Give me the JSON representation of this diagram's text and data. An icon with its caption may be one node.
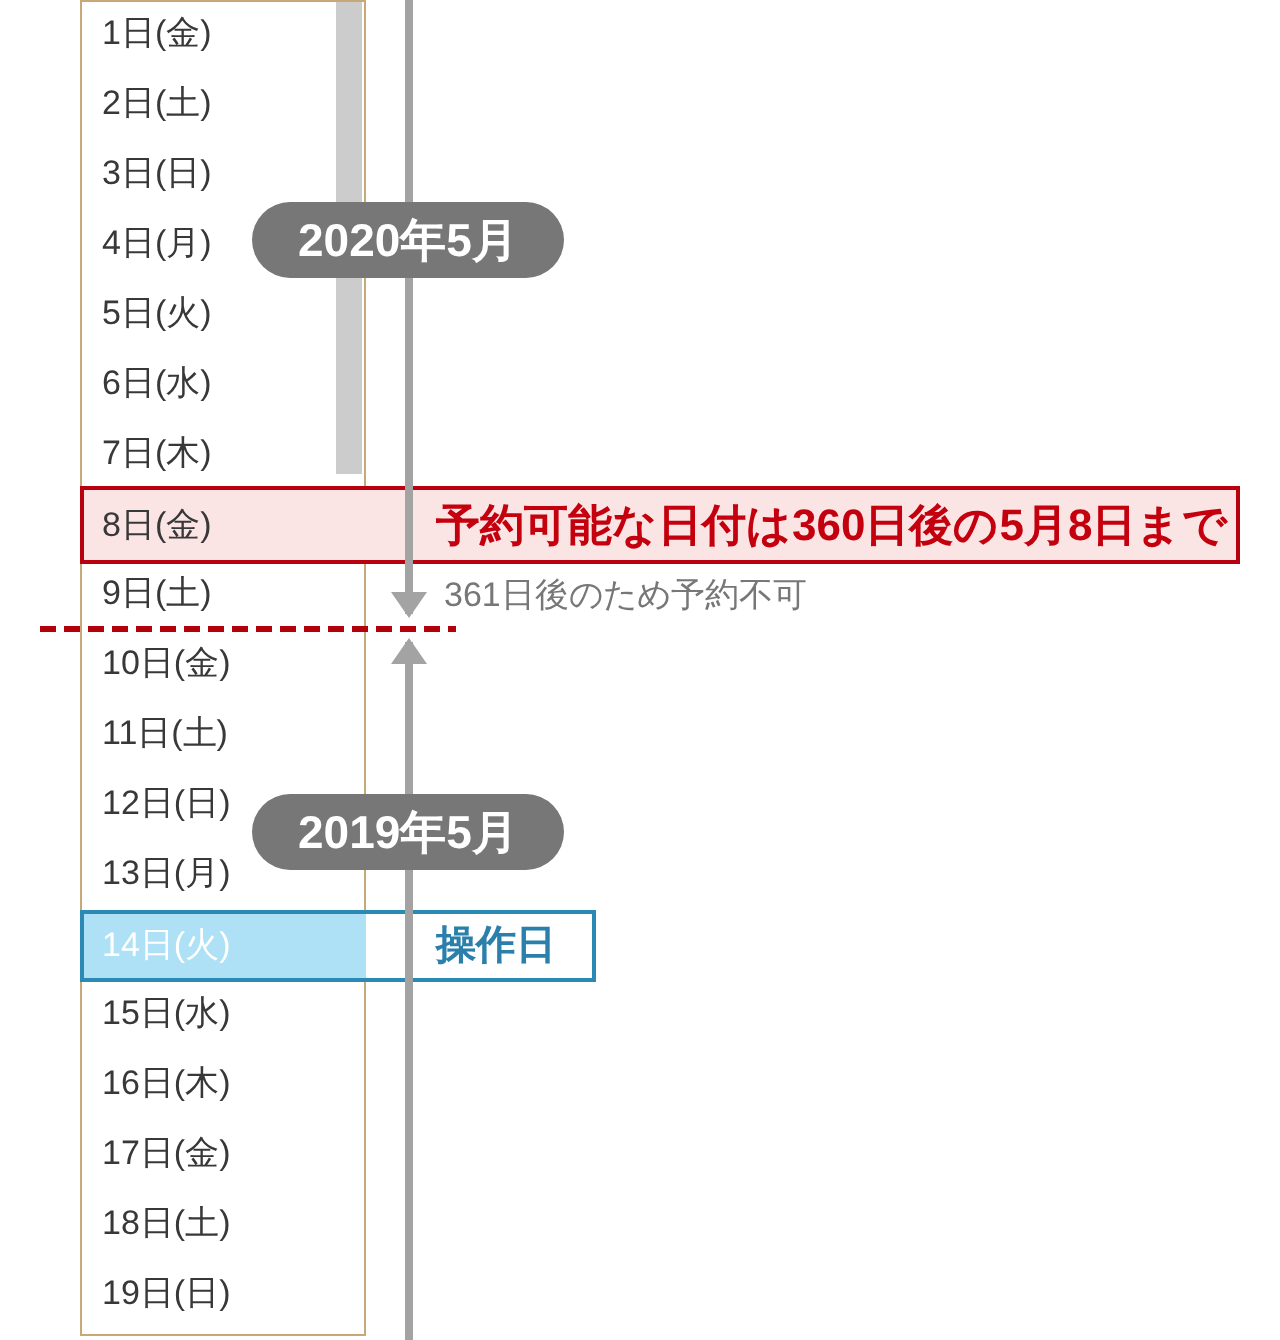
{
  "diagram": {
    "nodes": [
      {
        "text": [
          "1日(金)",
          "2日(土)",
          "3日(日)",
          "4日(月)",
          "5日(火)",
          "6日(水)",
          "7日(木)",
          "9日(土)",
          "10日(金)",
          "11日(土)",
          "12日(日)",
          "13日(月)",
          "15日(水)",
          "16日(木)",
          "17日(金)",
          "18日(土)",
          "19日(日)"
        ]
      },
      {
        "text": [
          "2020年5月"
        ]
      },
      {
        "text": [
          "8日(金)",
          "予約可能な日付は360日後の5月8日まで"
        ]
      },
      {
        "text": [],
        "shape": "line"
      },
      {
        "text": [
          "2019年5月"
        ]
      },
      {
        "text": [
          "14日(火)",
          "操作日"
        ]
      }
    ],
    "edges": [
      {
        "from": 1,
        "to": 2,
        "arrow": "none"
      },
      {
        "from": 2,
        "to": 3,
        "arrow": "to"
      },
      {
        "from": 4,
        "to": 3,
        "arrow": "to"
      }
    ],
    "labels": [
      "361日後のため予約不可"
    ]
  }
}
